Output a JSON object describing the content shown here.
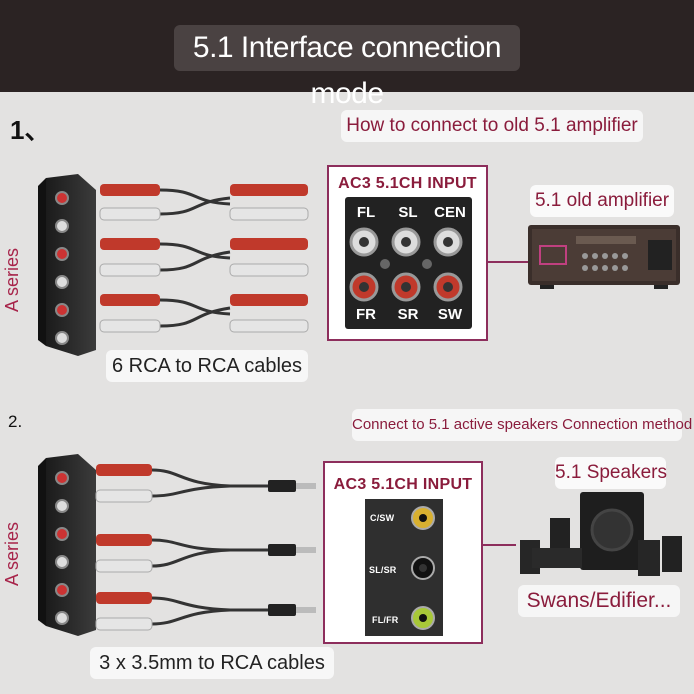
{
  "title": "5.1 Interface connection mode",
  "section1": {
    "number": "1、",
    "heading": "How to connect to old 5.1 amplifier",
    "side_label": "A series",
    "cable_caption": "6 RCA to RCA cables",
    "input_title": "AC3 5.1CH INPUT",
    "ports_top": [
      "FL",
      "SL",
      "CEN"
    ],
    "ports_bottom": [
      "FR",
      "SR",
      "SW"
    ],
    "device_label": "5.1 old amplifier"
  },
  "section2": {
    "number": "2.",
    "heading": "Connect to 5.1 active speakers Connection method",
    "side_label": "A series",
    "cable_caption": "3 x 3.5mm to RCA cables",
    "input_title": "AC3 5.1CH INPUT",
    "jacks": [
      "C/SW",
      "SL/SR",
      "FL/FR"
    ],
    "device_label": "5.1 Speakers",
    "brand_label": "Swans/Edifier..."
  },
  "colors": {
    "header": "#2b2323",
    "accent": "#8a1c3c",
    "box_border": "#8d2e5c",
    "rca_red": "#c0392b",
    "rca_white": "#e5e5e5"
  }
}
